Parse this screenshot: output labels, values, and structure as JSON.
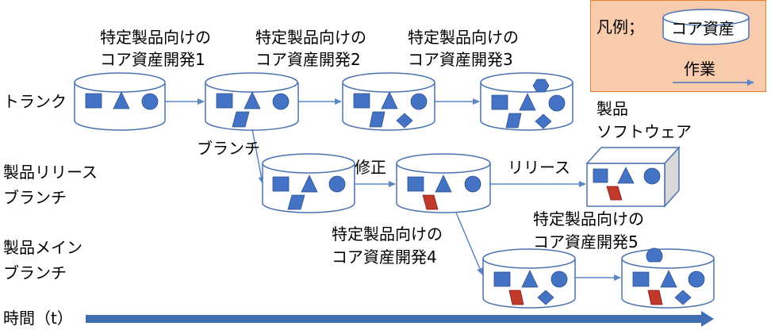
{
  "lanes": {
    "trunk": "トランク",
    "release_line1": "製品リリース",
    "release_line2": "ブランチ",
    "main_line1": "製品メイン",
    "main_line2": "ブランチ"
  },
  "steps": {
    "dev1_line1": "特定製品向けの",
    "dev1_line2": "コア資産開発1",
    "dev2_line1": "特定製品向けの",
    "dev2_line2": "コア資産開発2",
    "dev3_line1": "特定製品向けの",
    "dev3_line2": "コア資産開発3",
    "dev4_line1": "特定製品向けの",
    "dev4_line2": "コア資産開発4",
    "dev5_line1": "特定製品向けの",
    "dev5_line2": "コア資産開発5",
    "branch": "ブランチ",
    "fix": "修正",
    "release": "リリース"
  },
  "product": {
    "line1": "製品",
    "line2": "ソフトウェア"
  },
  "legend": {
    "title": "凡例；",
    "asset": "コア資産",
    "work": "作業"
  },
  "timeline": {
    "label": "時間（t）"
  },
  "colors": {
    "shape_blue": "#4472c4",
    "shape_red": "#c0392b",
    "outline": "#4a72b0",
    "arrow": "#5b86c5",
    "legend_fill": "#f8cbad",
    "legend_border": "#ed7d31",
    "timeline": "#3f6eb3"
  }
}
